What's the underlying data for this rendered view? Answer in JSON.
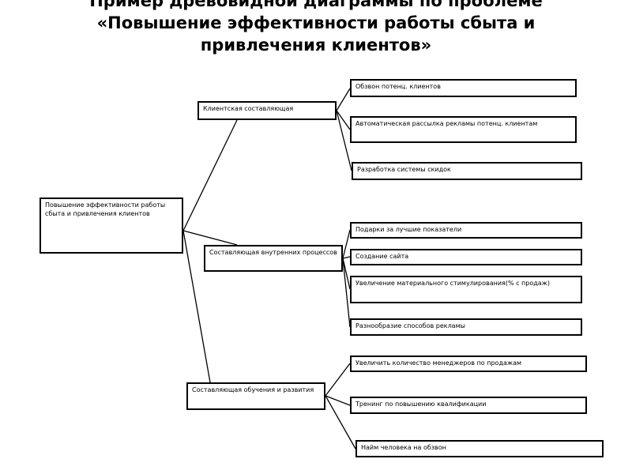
{
  "title": {
    "line1": "Пример древовидной диаграммы по проблеме",
    "line2": "«Повышение эффективности работы сбыта и",
    "line3": "привлечения клиентов»"
  },
  "root": {
    "label": "Повышение эффективности работы сбыта и привлечения клиентов"
  },
  "branches": [
    {
      "label": "Клиентская составляющая",
      "leaves": [
        "Обзвон потенц. клиентов",
        "Автоматическая рассылка рекламы потенц. клиентам",
        "Разработка системы скидок"
      ]
    },
    {
      "label": "Составляющая внутренних процессов",
      "leaves": [
        "Подарки за лучшие показатели",
        "Создание сайта",
        "Увеличение материального стимулирования(% с продаж)",
        "Разнообразие способов рекламы"
      ]
    },
    {
      "label": "Составляющая обучения и развития",
      "leaves": [
        "Увеличить количество менеджеров по продажам",
        "Тренинг по повышению квалификации",
        "Найм человека на обзвон"
      ]
    }
  ],
  "colors": {
    "line": "#000000",
    "box_border": "#000000",
    "background": "#ffffff"
  }
}
